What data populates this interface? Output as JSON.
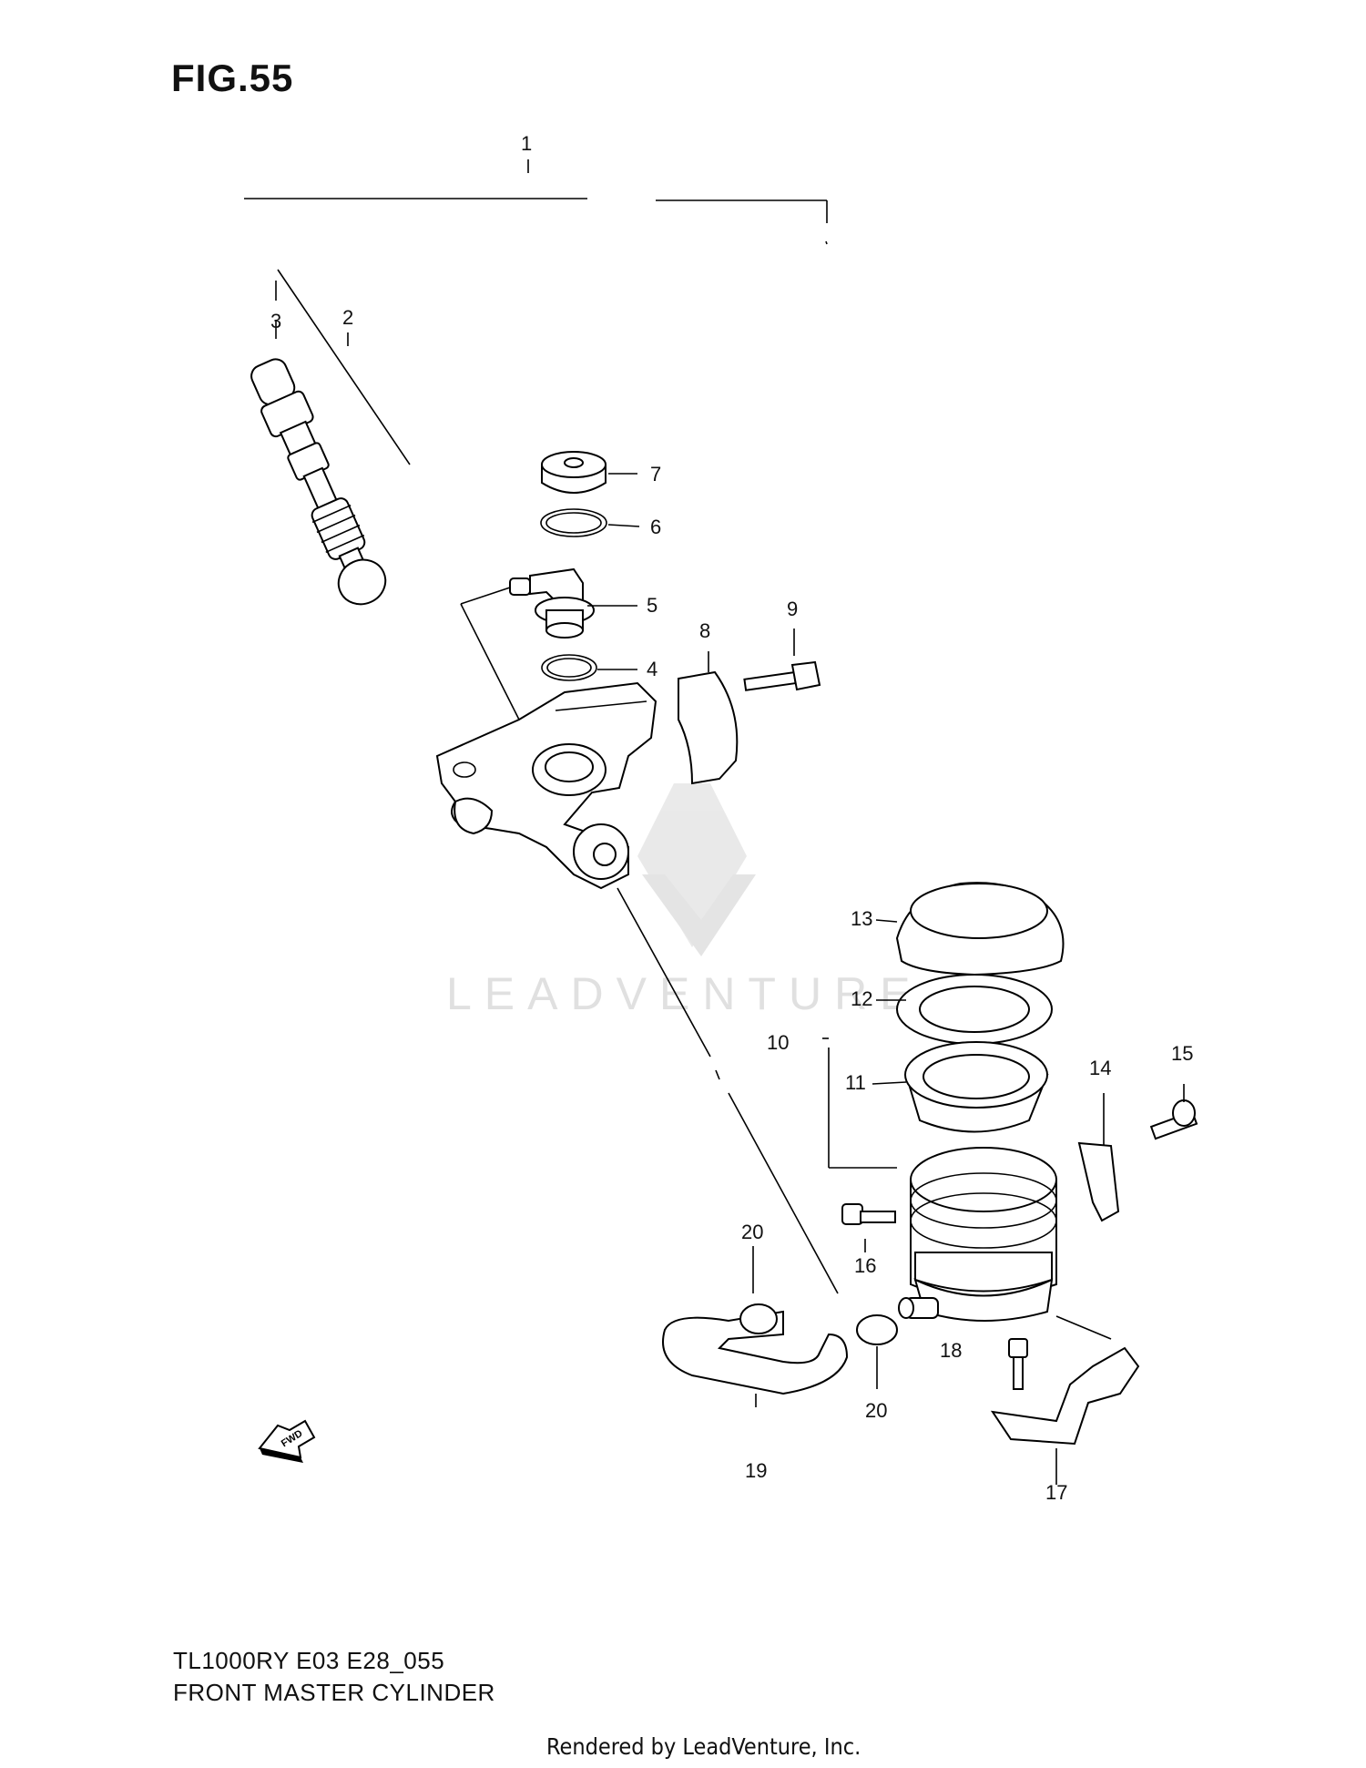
{
  "figure": {
    "title": "FIG.55",
    "model_code": "TL1000RY E03 E28_055",
    "assembly_name": "FRONT MASTER CYLINDER",
    "rendered_by": "Rendered by LeadVenture, Inc.",
    "watermark_text": "LEADVENTURE",
    "fwd_text": "FWD"
  },
  "callouts": [
    {
      "id": "c1",
      "label": "1"
    },
    {
      "id": "c2",
      "label": "2"
    },
    {
      "id": "c3",
      "label": "3"
    },
    {
      "id": "c4",
      "label": "4"
    },
    {
      "id": "c5",
      "label": "5"
    },
    {
      "id": "c6",
      "label": "6"
    },
    {
      "id": "c7",
      "label": "7"
    },
    {
      "id": "c8",
      "label": "8"
    },
    {
      "id": "c9",
      "label": "9"
    },
    {
      "id": "c10",
      "label": "10"
    },
    {
      "id": "c11",
      "label": "11"
    },
    {
      "id": "c12",
      "label": "12"
    },
    {
      "id": "c13",
      "label": "13"
    },
    {
      "id": "c14",
      "label": "14"
    },
    {
      "id": "c15",
      "label": "15"
    },
    {
      "id": "c16",
      "label": "16"
    },
    {
      "id": "c17",
      "label": "17"
    },
    {
      "id": "c18",
      "label": "18"
    },
    {
      "id": "c19",
      "label": "19"
    },
    {
      "id": "c20a",
      "label": "20"
    },
    {
      "id": "c20b",
      "label": "20"
    }
  ],
  "colors": {
    "line": "#000000",
    "watermark": "#c8c8c8",
    "background": "#ffffff"
  }
}
